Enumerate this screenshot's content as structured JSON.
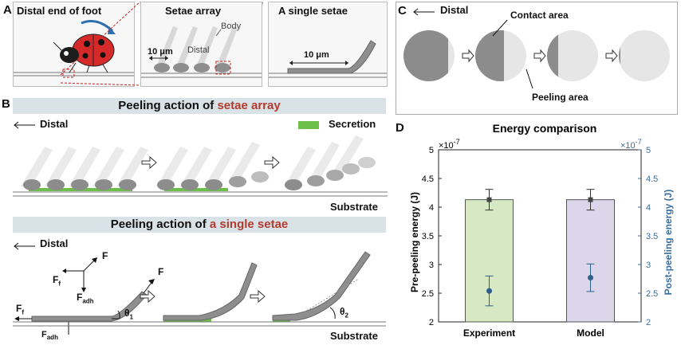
{
  "panelA": {
    "letter": "A",
    "titles": [
      "Distal end of foot",
      "Setae array",
      "A single setae"
    ],
    "labels": {
      "body": "Body",
      "distal": "Distal",
      "scale1": "10 μm",
      "scale2": "10 μm"
    }
  },
  "panelB": {
    "letter": "B",
    "title1_prefix": "Peeling action of ",
    "title1_highlight": "setae array",
    "title2_prefix": "Peeling action of ",
    "title2_highlight": "a single setae",
    "distal": "Distal",
    "secretion": "Secretion",
    "substrate": "Substrate",
    "forces": {
      "F": "F",
      "Ff": "F",
      "Ff_sub": "f",
      "Fadh": "F",
      "Fadh_sub": "adh",
      "theta1": "θ",
      "theta1_sub": "1",
      "theta2": "θ",
      "theta2_sub": "2"
    },
    "arrow_color": "#111111",
    "secretion_color": "#6cc04a"
  },
  "panelC": {
    "letter": "C",
    "distal": "Distal",
    "contact_area": "Contact area",
    "peeling_area": "Peeling area",
    "contact_color": "#8c8c8c",
    "peeling_color": "#e6e6e6"
  },
  "panelD": {
    "letter": "D",
    "chart_data": {
      "type": "bar",
      "title": "Energy comparison",
      "categories": [
        "Experiment",
        "Model"
      ],
      "ylabel_left": "Pre-peeling energy (J)",
      "ylabel_right": "Post-peeling energy (J)",
      "left_multiplier": "×10",
      "left_exponent": "-7",
      "right_multiplier": "×10",
      "right_exponent": "-7",
      "ylim": [
        2,
        5
      ],
      "yticks": [
        "2",
        "2.5",
        "3",
        "3.5",
        "4",
        "4.5",
        "5"
      ],
      "series": [
        {
          "values": [
            4.13,
            4.13
          ],
          "errors": [
            0.18,
            0.18
          ],
          "colors": [
            "#d6e8c4",
            "#dcd6ea"
          ]
        },
        {
          "values": [
            2.54,
            2.77
          ],
          "errors": [
            0.26,
            0.24
          ],
          "color": "#2f5f8a"
        }
      ],
      "bar_edge_color": "#555555",
      "right_axis_color": "#3b6e9c"
    }
  }
}
